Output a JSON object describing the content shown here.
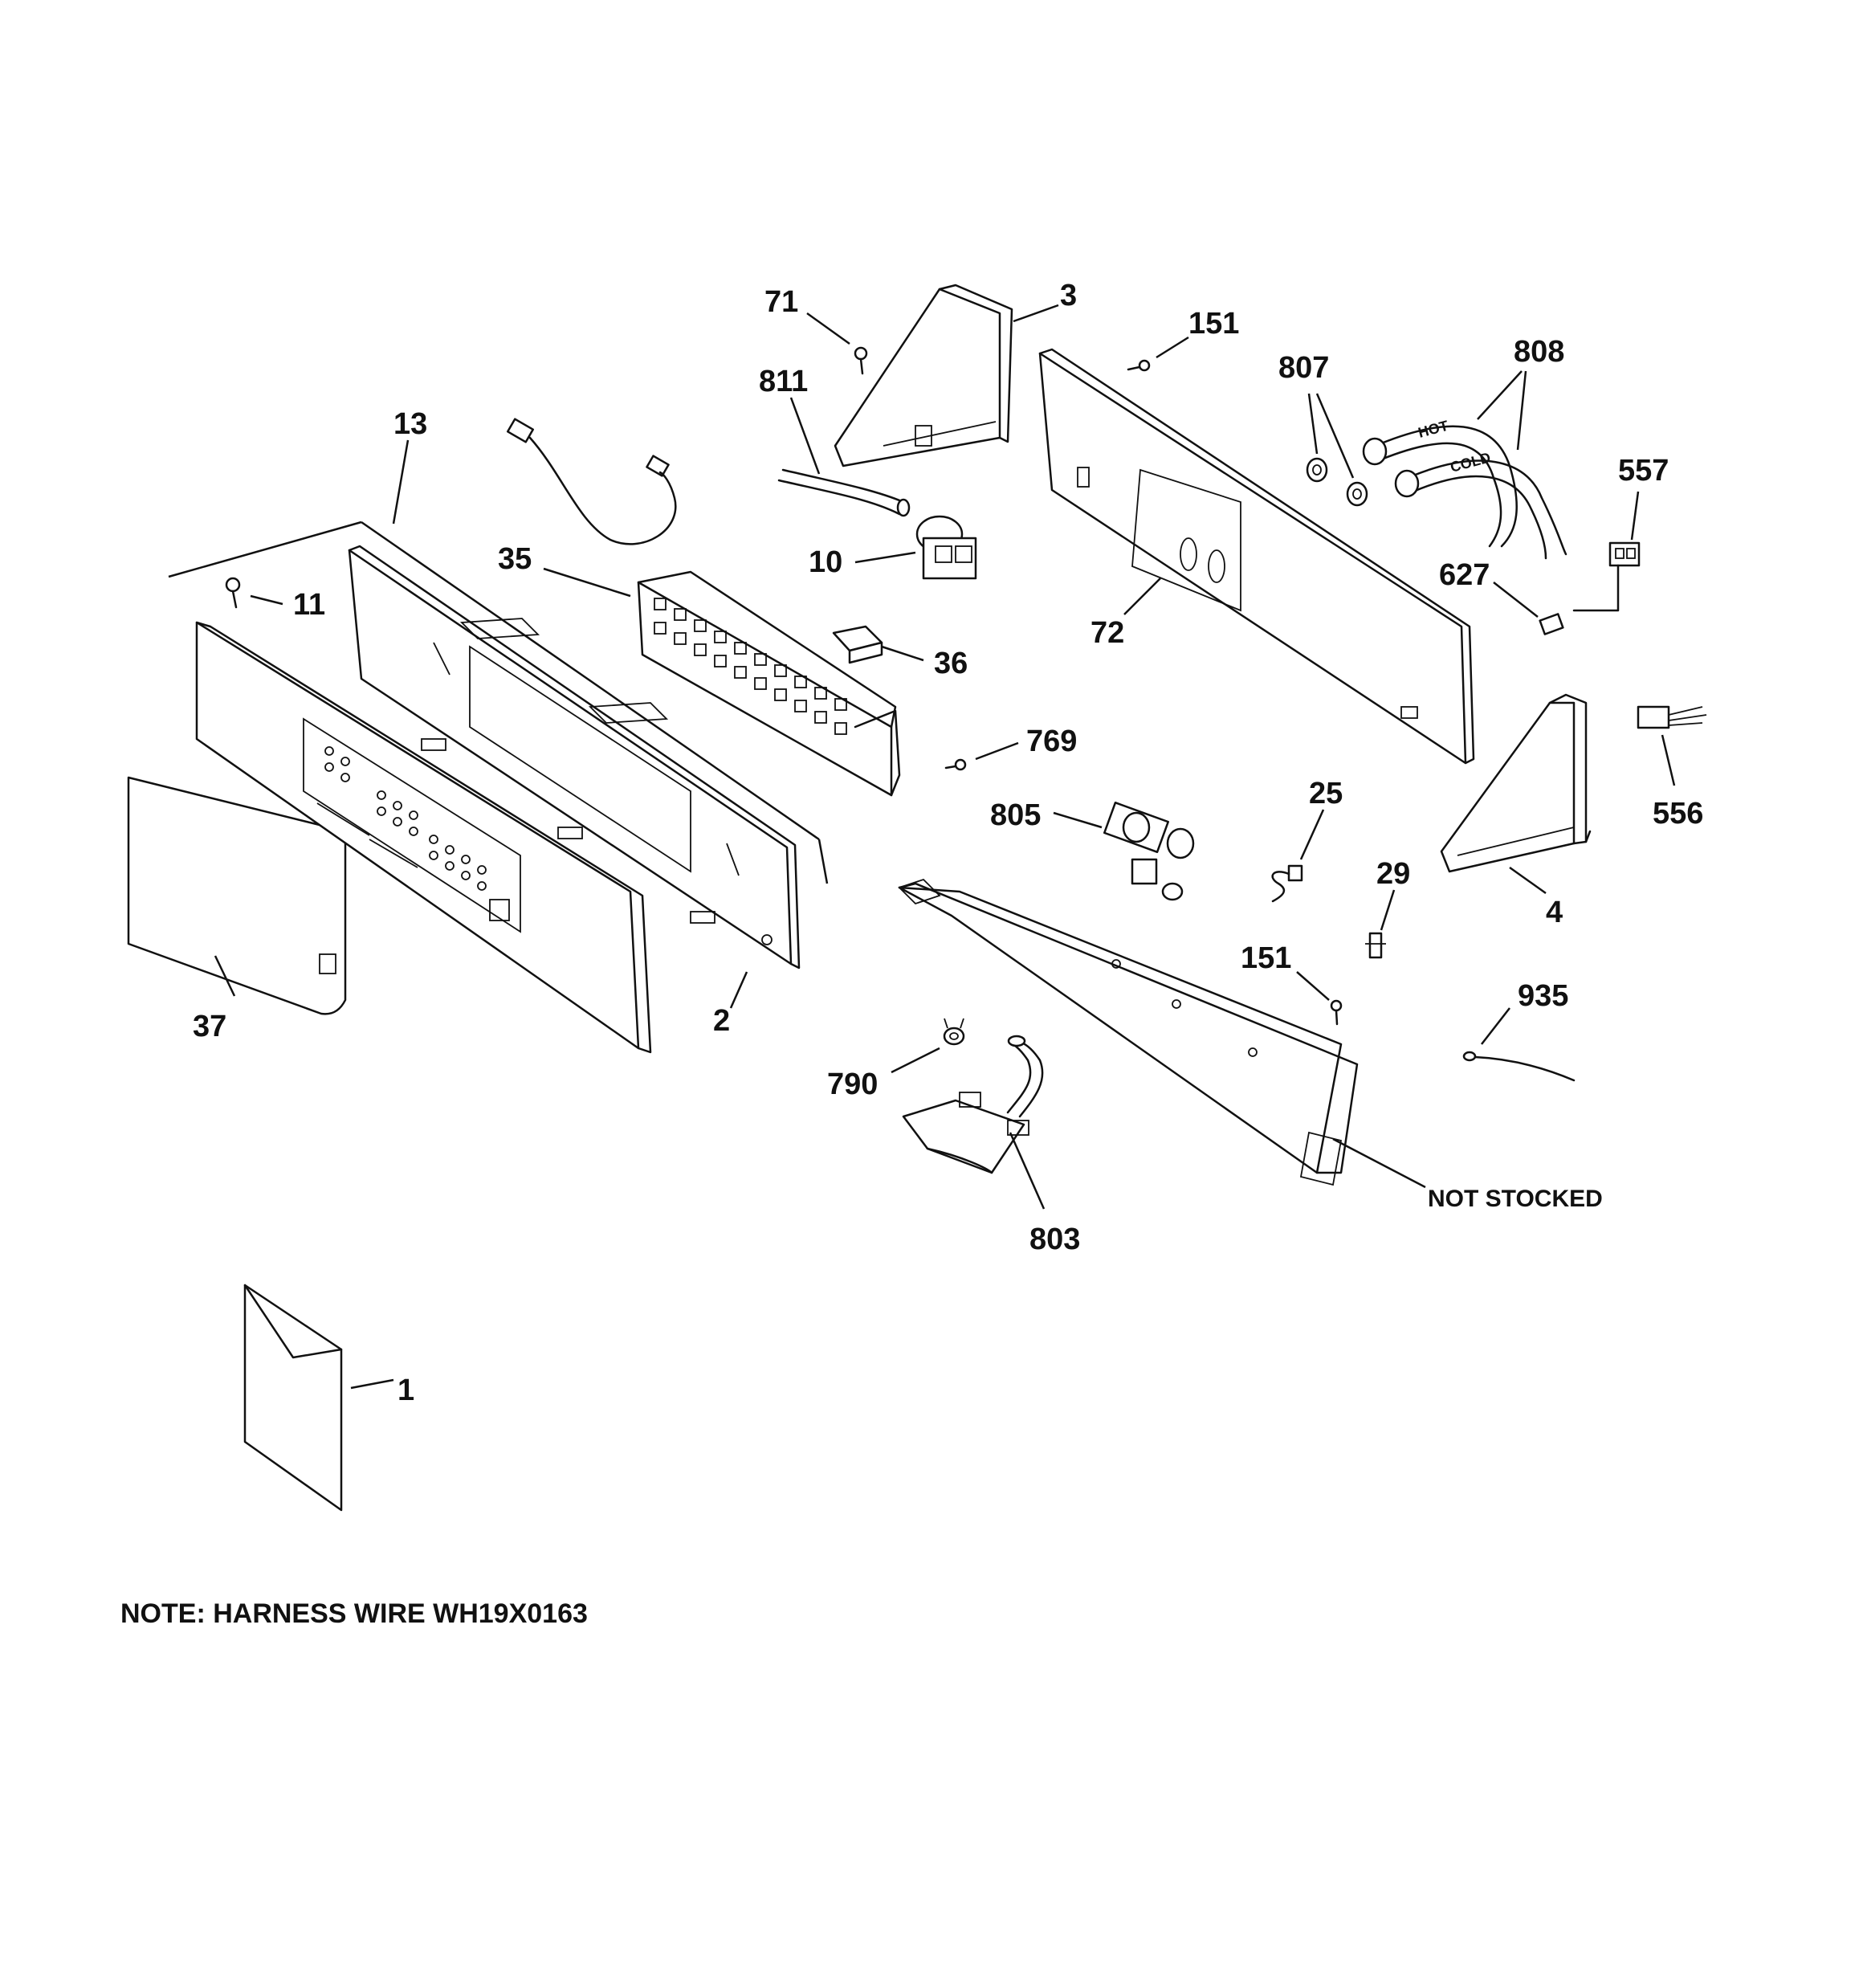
{
  "parts": {
    "p1": "1",
    "p2": "2",
    "p3": "3",
    "p4": "4",
    "p10": "10",
    "p11": "11",
    "p13": "13",
    "p25": "25",
    "p29": "29",
    "p35": "35",
    "p36": "36",
    "p37": "37",
    "p71": "71",
    "p72": "72",
    "p151_top": "151",
    "p151_bottom": "151",
    "p556": "556",
    "p557": "557",
    "p627": "627",
    "p769": "769",
    "p790": "790",
    "p803": "803",
    "p805": "805",
    "p807": "807",
    "p808": "808",
    "p811": "811",
    "p935": "935"
  },
  "callouts": {
    "not_stocked": "NOT STOCKED"
  },
  "note": "NOTE: HARNESS WIRE WH19X0163",
  "hose_marks": {
    "hot": "HOT",
    "cold": "COLD"
  }
}
